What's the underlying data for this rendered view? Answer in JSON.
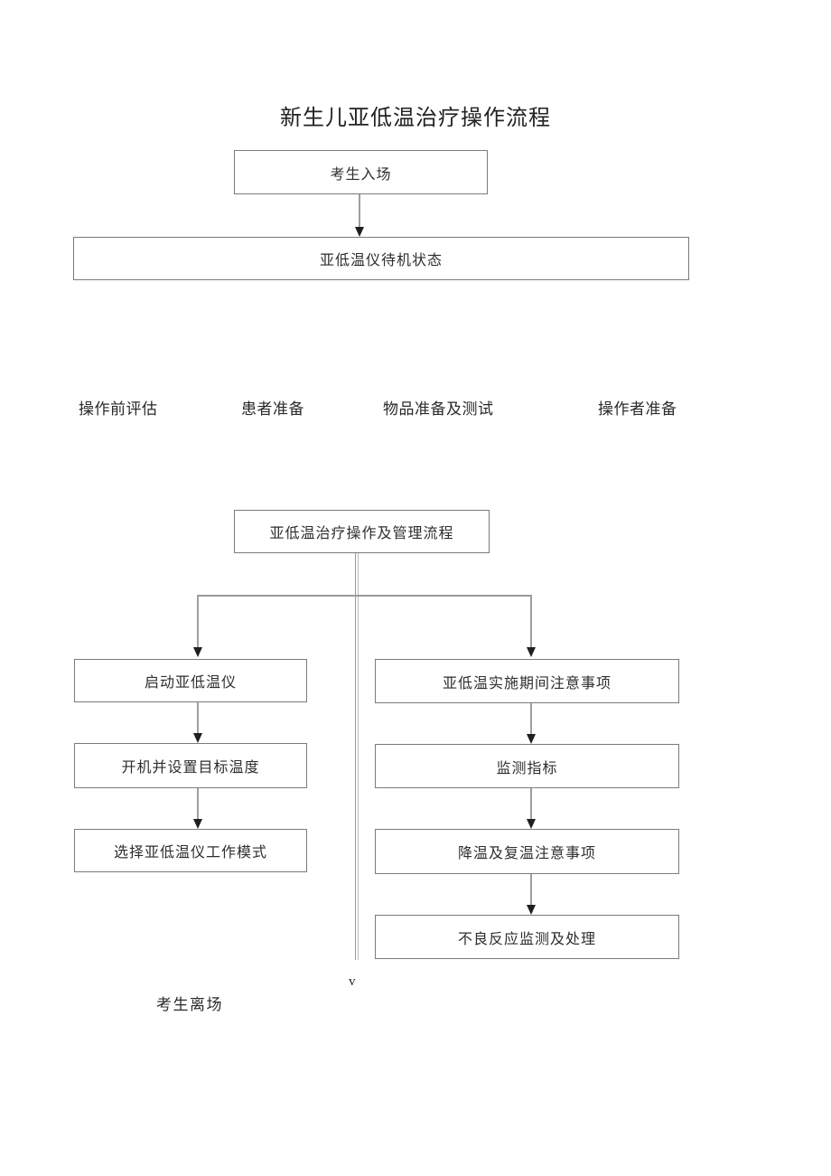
{
  "title": "新生儿亚低温治疗操作流程",
  "flow": {
    "start": "考生入场",
    "standby": "亚低温仪待机状态",
    "prep_labels": [
      "操作前评估",
      "患者准备",
      "物品准备及测试",
      "操作者准备"
    ],
    "main": "亚低温治疗操作及管理流程",
    "left_steps": [
      "启动亚低温仪",
      "开机并设置目标温度",
      "选择亚低温仪工作模式"
    ],
    "right_steps": [
      "亚低温实施期间注意事项",
      "监测指标",
      "降温及复温注意事项",
      "不良反应监测及处理"
    ],
    "end_marker": "v",
    "exit_label": "考生离场"
  },
  "colors": {
    "background": "#ffffff",
    "box_border": "#7b7b7b",
    "connector_line": "#9a9a9a",
    "arrowhead": "#1f1f1f",
    "text": "#2e2e2e"
  }
}
